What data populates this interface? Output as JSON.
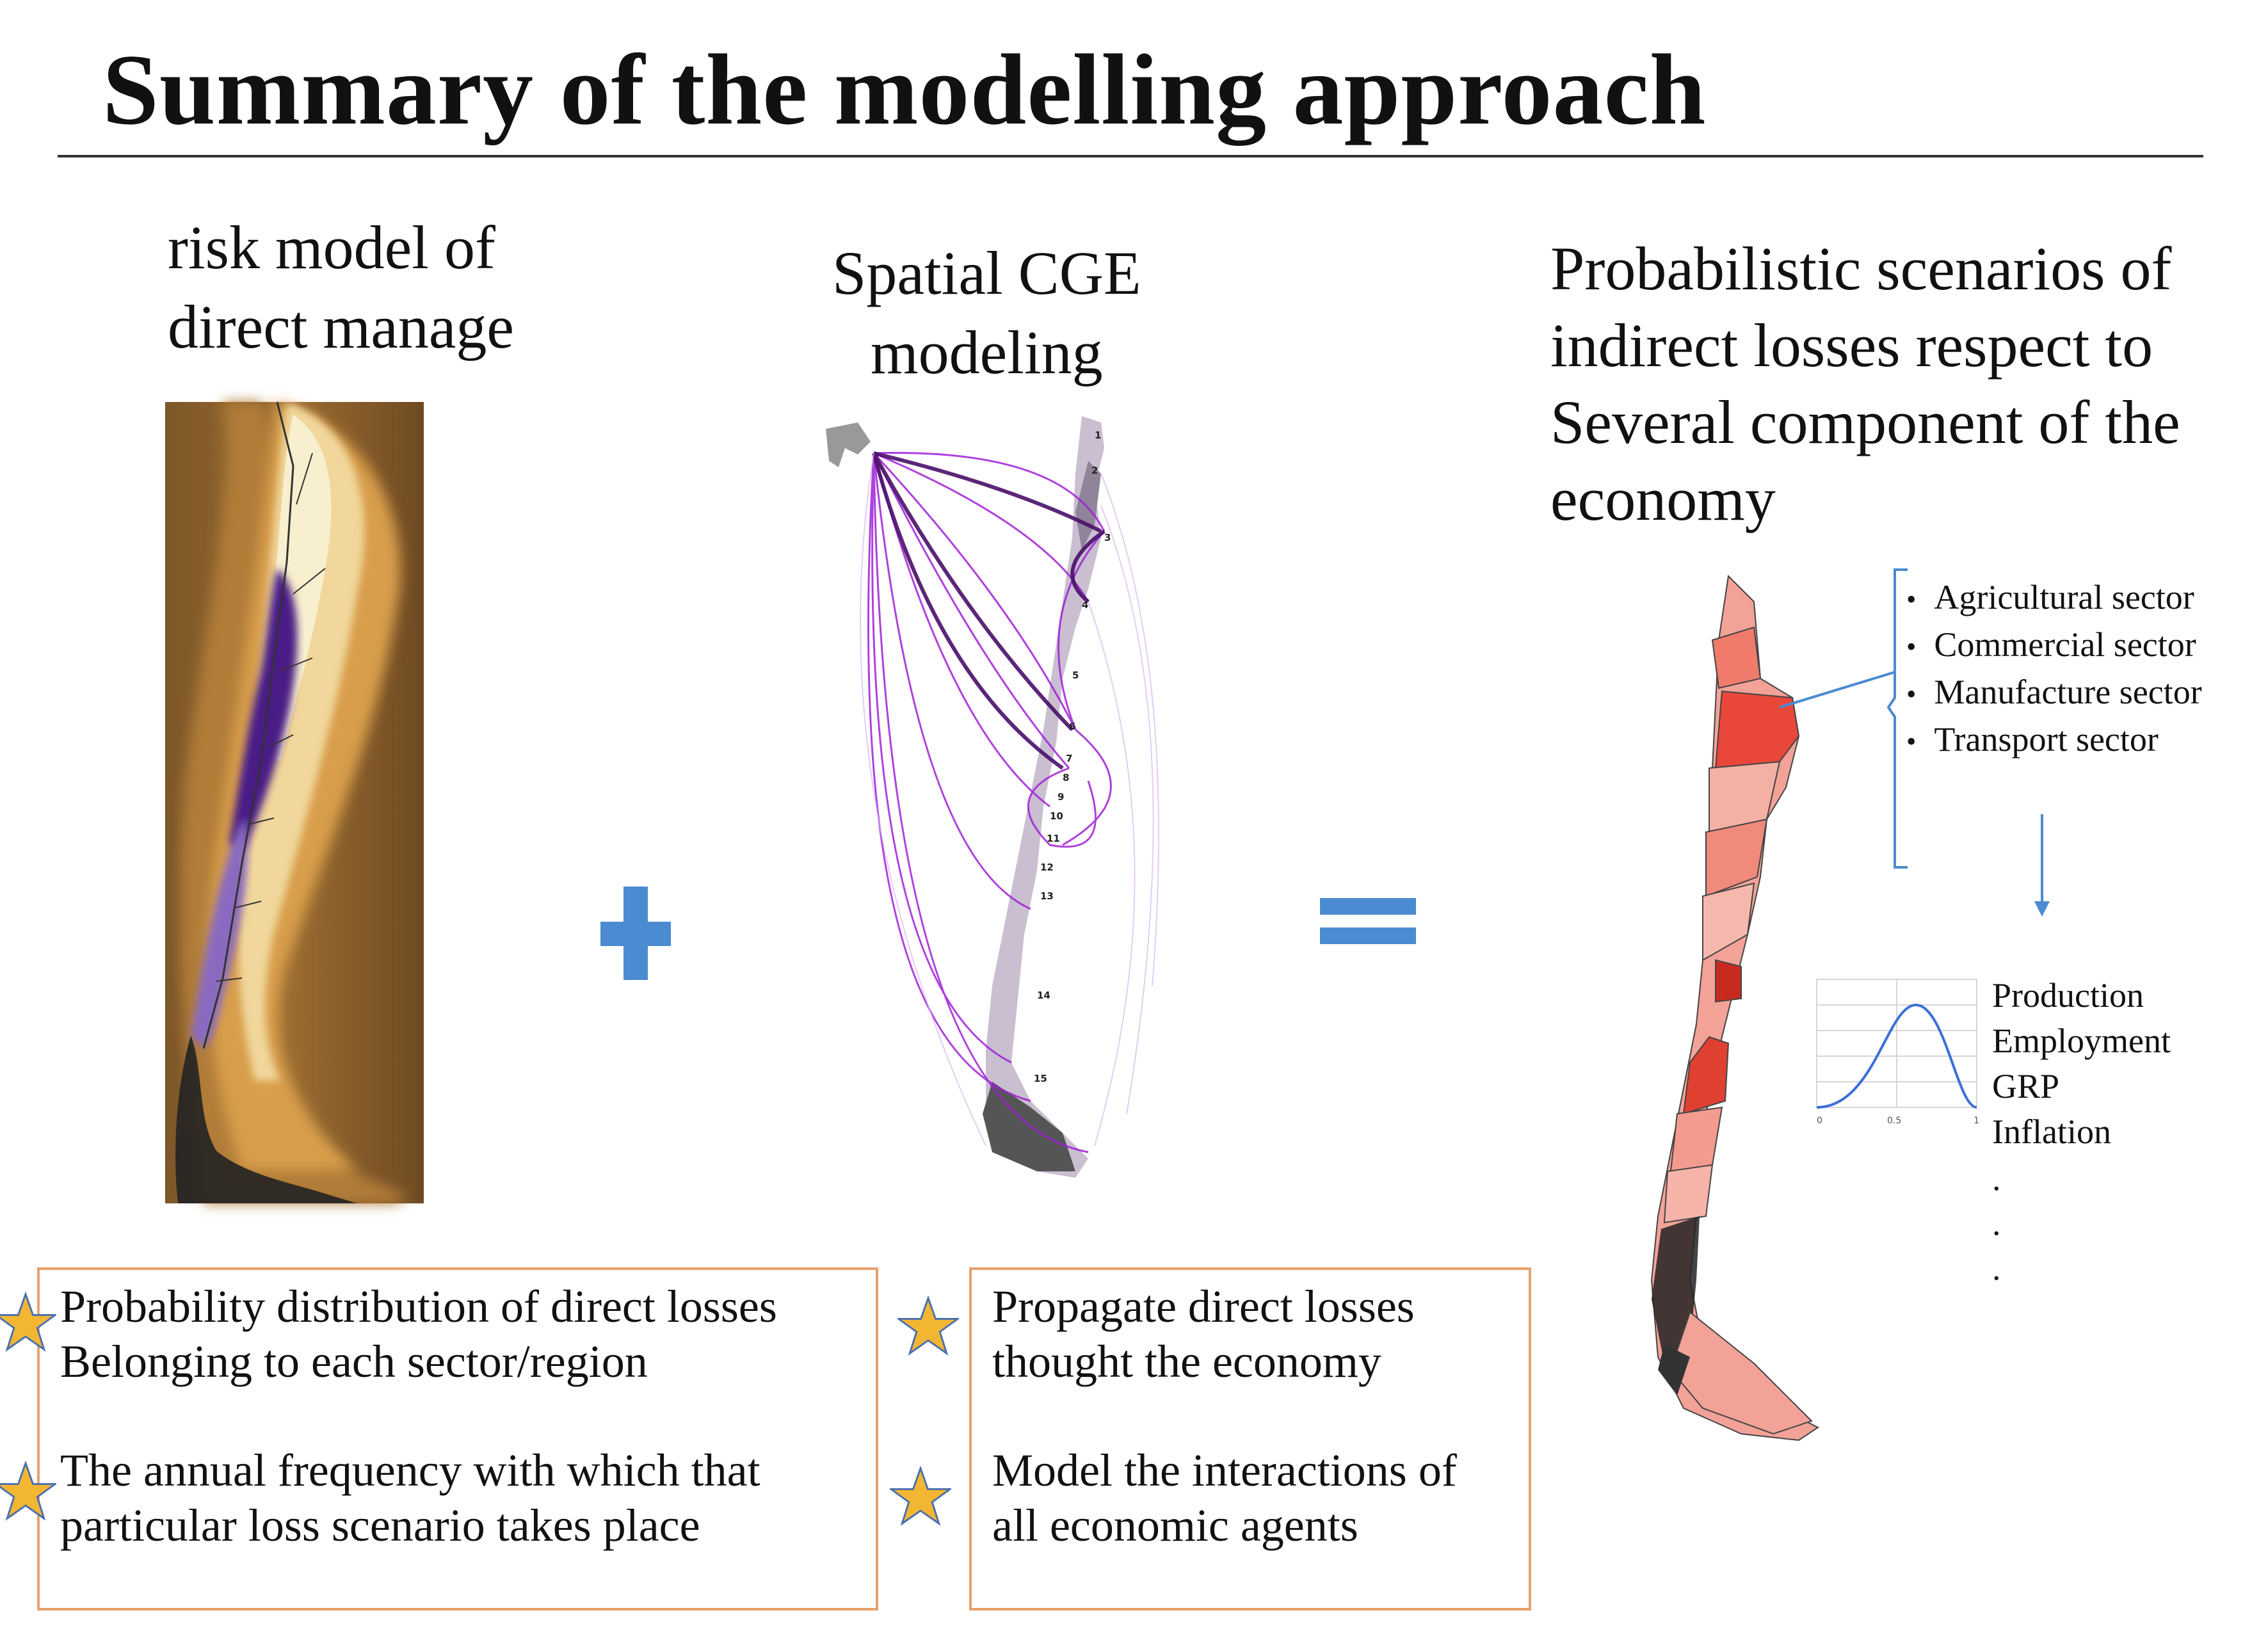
{
  "title": "Summary of the modelling approach",
  "headings": {
    "risk_model": [
      "risk model of",
      "direct manage"
    ],
    "cge_model": [
      "Spatial CGE",
      "modeling"
    ],
    "probabilistic": [
      "Probabilistic scenarios of",
      "indirect losses respect to",
      "Several component of the",
      "economy"
    ]
  },
  "operators": {
    "plus": "+",
    "equals": "="
  },
  "sectors": [
    "Agricultural  sector",
    "Commercial sector",
    "Manufacture sector",
    "Transport sector"
  ],
  "indicators": [
    "Production",
    "Employment",
    "GRP",
    "Inflation"
  ],
  "ellipsis": [
    ".",
    ".",
    "."
  ],
  "distribution_ticks": [
    "0",
    "0.5",
    "1"
  ],
  "cge_region_labels": [
    "1",
    "2",
    "3",
    "4",
    "5",
    "6",
    "7",
    "8",
    "9",
    "10",
    "11",
    "12",
    "13",
    "14",
    "15"
  ],
  "box_left": {
    "item1": [
      "Probability distribution of direct losses",
      "Belonging to each sector/region"
    ],
    "item2": [
      "The annual frequency with which that",
      "particular loss scenario takes place"
    ]
  },
  "box_right": {
    "item1": [
      "Propagate direct losses",
      "thought the economy"
    ],
    "item2": [
      "Model the interactions of",
      "all economic agents"
    ]
  },
  "colors": {
    "star": "#f2b632",
    "box_border": "#e8a06a",
    "operator": "#4a8bd1",
    "arcs": "#a020d8",
    "map_hazard": "#5a2a9a",
    "map_losses": "#e8473a"
  }
}
